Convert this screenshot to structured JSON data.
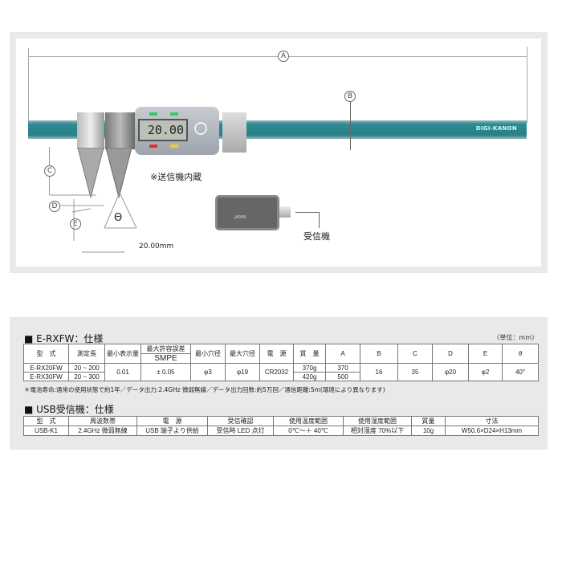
{
  "diagram": {
    "labels": {
      "a": "A",
      "b": "B",
      "c": "C",
      "d": "D",
      "e": "E",
      "theta": "Θ"
    },
    "brand": "DIGI-KANON",
    "lcd_value": "20.00",
    "transmitter_note": "※送信機内蔵",
    "receiver_label": "受信機",
    "receiver_mark": "JAPAN",
    "pitch_label": "20.00mm"
  },
  "spec1": {
    "title": "■ E-RXFW：仕様",
    "unit": "〈単位：mm〉",
    "headers": [
      "型　式",
      "測定長",
      "最小表示量",
      "最大許容誤差",
      "最小穴径",
      "最大穴径",
      "電　源",
      "質　量",
      "A",
      "B",
      "C",
      "D",
      "E",
      "θ"
    ],
    "mpe_sub": "SMPE",
    "rows": [
      {
        "model": "E-RX20FW",
        "range": "20 ~ 200",
        "mass": "370g",
        "a": "370"
      },
      {
        "model": "E-RX30FW",
        "range": "20 ~ 300",
        "mass": "420g",
        "a": "500"
      }
    ],
    "shared": {
      "resolution": "0.01",
      "mpe": "± 0.05",
      "min_hole": "φ3",
      "max_hole": "φ19",
      "power": "CR2032",
      "b": "16",
      "c": "35",
      "d": "φ20",
      "e": "φ2",
      "theta": "40°"
    },
    "note": "＊電池寿命:通常の使用状態で約1年／データ出力:2.4GHz 微弱無線／データ出力回数:約5万回／通信距離:5m(環境により異なります)"
  },
  "spec2": {
    "title": "■ USB受信機：仕様",
    "headers": [
      "型　式",
      "周波数帯",
      "電　源",
      "受信確認",
      "使用温度範囲",
      "使用湿度範囲",
      "質量",
      "寸法"
    ],
    "row": [
      "USB-K1",
      "2.4GHz 微弱無線",
      "USB 端子より供給",
      "受信時 LED 点灯",
      "0℃～＋ 40℃",
      "相対湿度 70%以下",
      "10g",
      "W50.6×D24×H13mm"
    ]
  }
}
